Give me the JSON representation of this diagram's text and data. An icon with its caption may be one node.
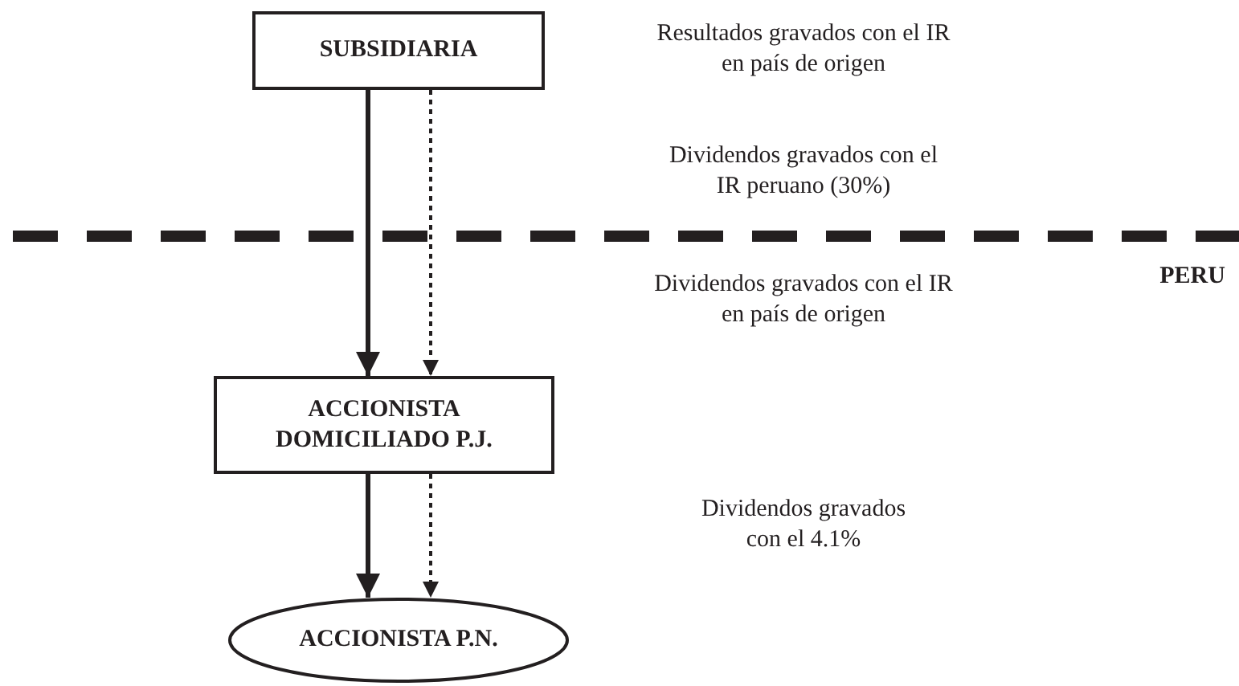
{
  "diagram": {
    "nodes": [
      {
        "text": [
          "SUBSIDIARIA"
        ]
      },
      {
        "text": [
          "ACCIONISTA DOMICILIADO P.J."
        ]
      },
      {
        "text": [
          "ACCIONISTA P.N."
        ]
      }
    ],
    "edges": [
      {
        "from": 0,
        "to": 1,
        "arrow": "to"
      },
      {
        "from": 0,
        "to": 1,
        "arrow": "to",
        "style": "dashed"
      },
      {
        "from": 1,
        "to": 2,
        "arrow": "to"
      },
      {
        "from": 1,
        "to": 2,
        "arrow": "to",
        "style": "dashed"
      }
    ],
    "labels": [
      "Resultados gravados con el IR en país de origen",
      "Dividendos gravados con el IR peruano (30%)",
      "PERU",
      "Dividendos gravados con el IR en país de origen",
      "Dividendos gravados con el 4.1%"
    ]
  }
}
